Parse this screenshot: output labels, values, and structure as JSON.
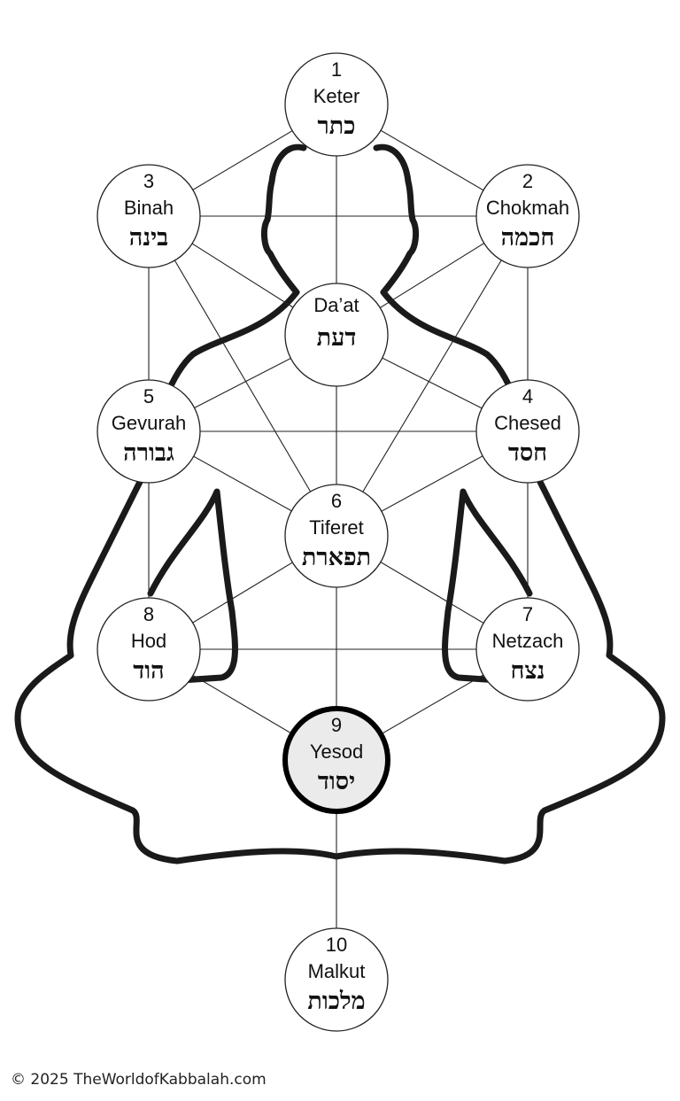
{
  "sefirot": [
    {
      "id": "keter",
      "number": "1",
      "name": "Keter",
      "hebrew": "כתר",
      "emphasized": false
    },
    {
      "id": "chokmah",
      "number": "2",
      "name": "Chokmah",
      "hebrew": "חכמה",
      "emphasized": false
    },
    {
      "id": "binah",
      "number": "3",
      "name": "Binah",
      "hebrew": "בינה",
      "emphasized": false
    },
    {
      "id": "daat",
      "number": "",
      "name": "Da’at",
      "hebrew": "דעת",
      "emphasized": false
    },
    {
      "id": "chesed",
      "number": "4",
      "name": "Chesed",
      "hebrew": "חסד",
      "emphasized": false
    },
    {
      "id": "gevurah",
      "number": "5",
      "name": "Gevurah",
      "hebrew": "גבורה",
      "emphasized": false
    },
    {
      "id": "tiferet",
      "number": "6",
      "name": "Tiferet",
      "hebrew": "תפארת",
      "emphasized": false
    },
    {
      "id": "netzach",
      "number": "7",
      "name": "Netzach",
      "hebrew": "נצח",
      "emphasized": false
    },
    {
      "id": "hod",
      "number": "8",
      "name": "Hod",
      "hebrew": "הוד",
      "emphasized": false
    },
    {
      "id": "yesod",
      "number": "9",
      "name": "Yesod",
      "hebrew": "יסוד",
      "emphasized": true
    },
    {
      "id": "malkut",
      "number": "10",
      "name": "Malkut",
      "hebrew": "מלכות",
      "emphasized": false
    }
  ],
  "paths": [
    [
      "keter",
      "chokmah"
    ],
    [
      "keter",
      "binah"
    ],
    [
      "keter",
      "daat"
    ],
    [
      "binah",
      "chokmah"
    ],
    [
      "binah",
      "daat"
    ],
    [
      "chokmah",
      "daat"
    ],
    [
      "binah",
      "gevurah"
    ],
    [
      "chokmah",
      "chesed"
    ],
    [
      "binah",
      "tiferet"
    ],
    [
      "chokmah",
      "tiferet"
    ],
    [
      "daat",
      "gevurah"
    ],
    [
      "daat",
      "chesed"
    ],
    [
      "daat",
      "tiferet"
    ],
    [
      "gevurah",
      "chesed"
    ],
    [
      "gevurah",
      "tiferet"
    ],
    [
      "chesed",
      "tiferet"
    ],
    [
      "gevurah",
      "hod"
    ],
    [
      "chesed",
      "netzach"
    ],
    [
      "tiferet",
      "hod"
    ],
    [
      "tiferet",
      "netzach"
    ],
    [
      "tiferet",
      "yesod"
    ],
    [
      "hod",
      "netzach"
    ],
    [
      "hod",
      "yesod"
    ],
    [
      "netzach",
      "yesod"
    ],
    [
      "yesod",
      "malkut"
    ]
  ],
  "footer": {
    "copyright": "© 2025 TheWorldofKabbalah.com"
  },
  "colors": {
    "outline": "#1a1a1a",
    "emphasized_fill": "#ebebeb",
    "background": "#ffffff"
  }
}
